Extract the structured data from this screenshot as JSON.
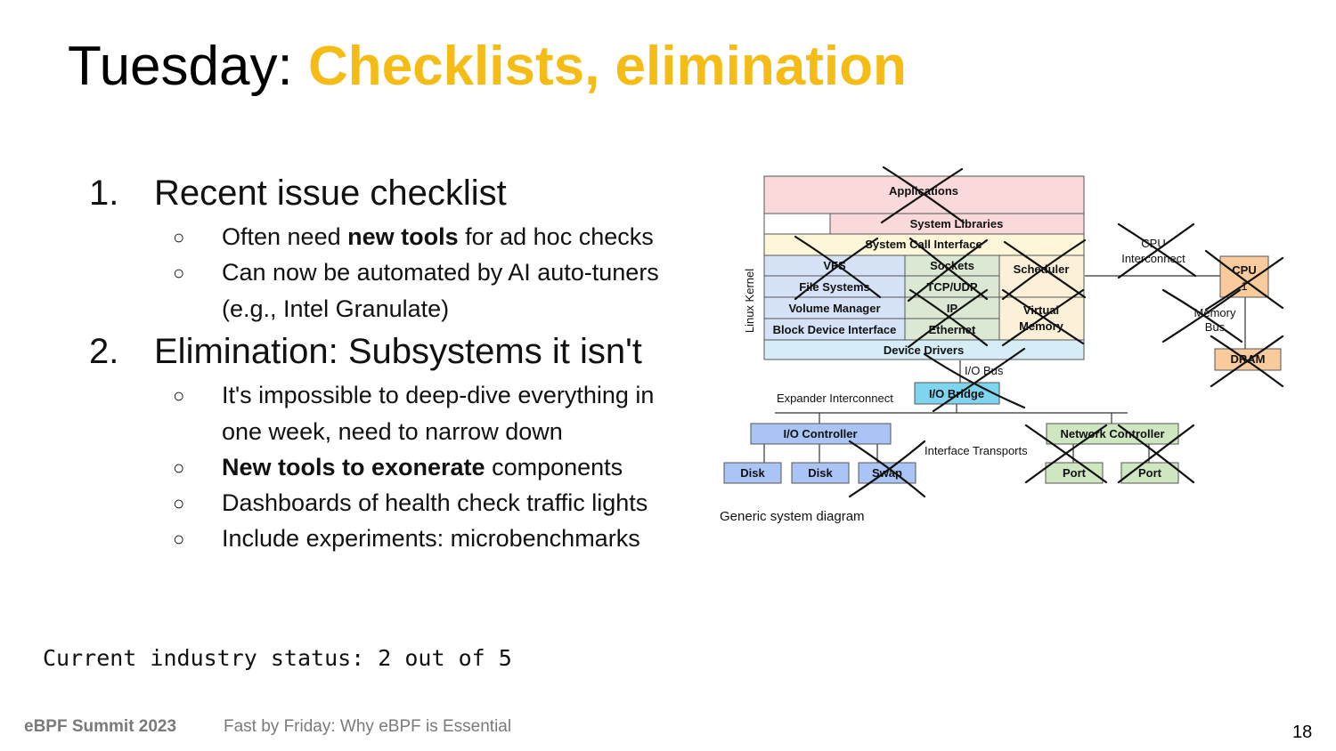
{
  "title": {
    "prefix": "Tuesday: ",
    "highlight": "Checklists, elimination"
  },
  "items": [
    {
      "number": "1.",
      "heading": "Recent issue checklist",
      "bullets": [
        {
          "pre": "Often need ",
          "bold": "new tools",
          "post": " for ad hoc checks"
        },
        {
          "line1": "Can now be automated by AI auto-tuners",
          "line2": "(e.g., Intel Granulate)"
        }
      ]
    },
    {
      "number": "2.",
      "heading": "Elimination: Subsystems it isn't",
      "bullets": [
        {
          "line1": "It's impossible to deep-dive everything in",
          "line2": "one week, need to narrow down"
        },
        {
          "bold": "New tools to exonerate",
          "post": " components"
        },
        {
          "text": "Dashboards of health check traffic lights"
        },
        {
          "text": "Include experiments: microbenchmarks"
        }
      ]
    }
  ],
  "bullet_glyph": "○",
  "status": "Current industry status: 2 out of 5",
  "footer": {
    "event": "eBPF Summit 2023",
    "talk": "Fast by Friday: Why eBPF is Essential",
    "page": "18"
  },
  "diagram": {
    "caption": "Generic system diagram",
    "side_label": "Linux Kernel",
    "boxes": {
      "applications": "Applications",
      "system_libraries": "System Libraries",
      "system_call_interface": "System Call Interface",
      "vfs": "VFS",
      "sockets": "Sockets",
      "scheduler": "Scheduler",
      "file_systems": "File Systems",
      "tcp_udp": "TCP/UDP",
      "volume_manager": "Volume Manager",
      "ip": "IP",
      "virtual_memory_1": "Virtual",
      "virtual_memory_2": "Memory",
      "block_device_interface": "Block Device Interface",
      "ethernet": "Ethernet",
      "device_drivers": "Device Drivers",
      "io_bridge": "I/O Bridge",
      "io_controller": "I/O Controller",
      "disk_1": "Disk",
      "disk_2": "Disk",
      "swap": "Swap",
      "network_controller": "Network Controller",
      "port_1": "Port",
      "port_2": "Port",
      "cpu": "CPU",
      "cpu_sub": "1",
      "dram": "DRAM"
    },
    "labels": {
      "cpu_interconnect_1": "CPU",
      "cpu_interconnect_2": "Interconnect",
      "memory_bus_1": "Memory",
      "memory_bus_2": "Bus",
      "io_bus": "I/O Bus",
      "expander_interconnect": "Expander Interconnect",
      "interface_transports": "Interface Transports"
    },
    "colors": {
      "applications": "#f9d9d9",
      "syscall": "#fdf6d8",
      "kernel_blue": "#d5e2f7",
      "network_green": "#dbe9d4",
      "scheduler": "#fcf1d8",
      "device_drivers": "#d6edf7",
      "io_bridge": "#7fd4ee",
      "io_controller": "#a9c4f5",
      "port_green": "#cfe7c0",
      "cpu": "#f9cb9c",
      "dram": "#f9cb9c",
      "title_highlight": "#f5bc15"
    }
  }
}
